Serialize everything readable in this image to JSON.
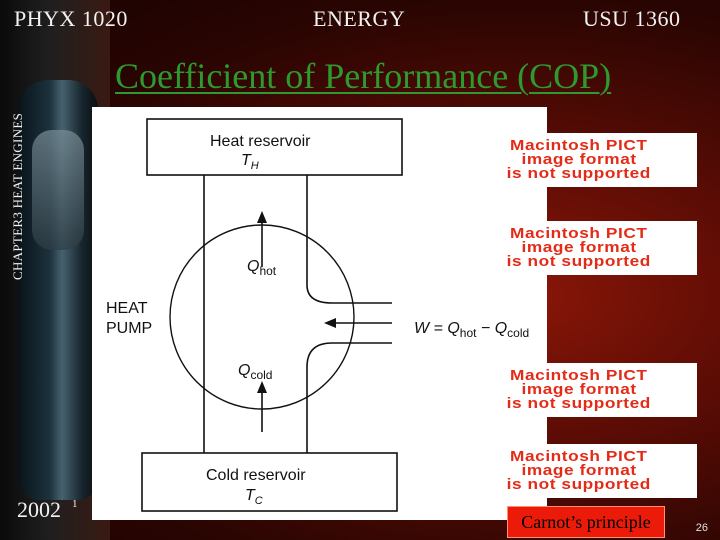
{
  "header": {
    "course": "PHYX 1020",
    "topic": "ENERGY",
    "code": "USU 1360"
  },
  "side_label": "CHAPTER3 HEAT ENGINES",
  "title": "Coefficient of Performance (COP)",
  "diagram": {
    "hot_reservoir_label": "Heat reservoir",
    "hot_temp_main": "T",
    "hot_temp_sub": "H",
    "q_hot_main": "Q",
    "q_hot_sub": "hot",
    "pump_line1": "HEAT",
    "pump_line2": "PUMP",
    "work_w": "W = Q",
    "work_hot_sub": "hot",
    "work_minus": " − Q",
    "work_cold_sub": "cold",
    "q_cold_main": "Q",
    "q_cold_sub": "cold",
    "cold_reservoir_label": "Cold reservoir",
    "cold_temp_main": "T",
    "cold_temp_sub": "C"
  },
  "pict_placeholders": [
    {
      "line1": "Macintosh PICT",
      "line2": "image format",
      "line3": "is not supported"
    },
    {
      "line1": "Macintosh PICT",
      "line2": "image format",
      "line3": "is not supported"
    },
    {
      "line1": "Macintosh PICT",
      "line2": "image format",
      "line3": "is not supported"
    },
    {
      "line1": "Macintosh PICT",
      "line2": "image format",
      "line3": "is not supported"
    }
  ],
  "footer": {
    "year": "2002",
    "year_fragment": "1",
    "carnot_button": "Carnot’s principle",
    "slide_number": "26"
  },
  "colors": {
    "title_green": "#2e9a2e",
    "pict_red": "#e42b17",
    "carnot_red": "#ec1a08"
  }
}
